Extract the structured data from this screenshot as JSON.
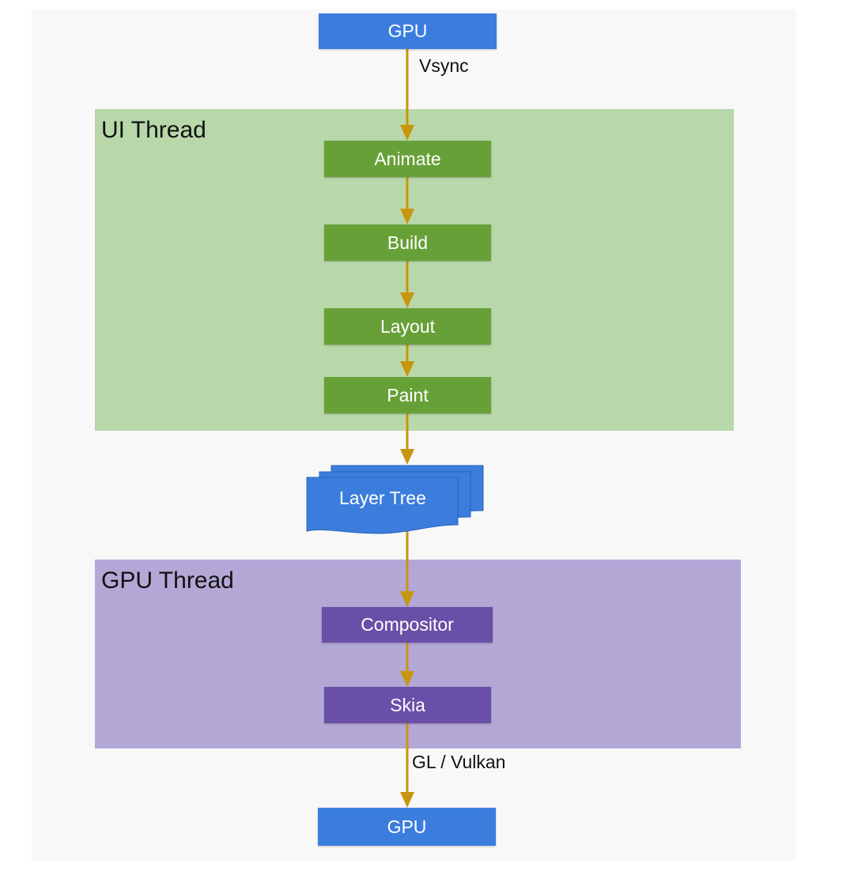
{
  "colors": {
    "arrow": "#c8960c",
    "ui_thread_region": "#b8d8aa",
    "gpu_thread_region": "#b3a7d6",
    "blue_node": "#3b7ddd",
    "green_node": "#68a038",
    "purple_node": "#6a4fa8"
  },
  "regions": {
    "ui_thread": {
      "title": "UI Thread"
    },
    "gpu_thread": {
      "title": "GPU Thread"
    }
  },
  "nodes": {
    "gpu_top": "GPU",
    "animate": "Animate",
    "build": "Build",
    "layout": "Layout",
    "paint": "Paint",
    "layer_tree": "Layer Tree",
    "compositor": "Compositor",
    "skia": "Skia",
    "gpu_bottom": "GPU"
  },
  "edges": {
    "vsync_label": "Vsync",
    "gl_vulkan_label": "GL / Vulkan"
  }
}
